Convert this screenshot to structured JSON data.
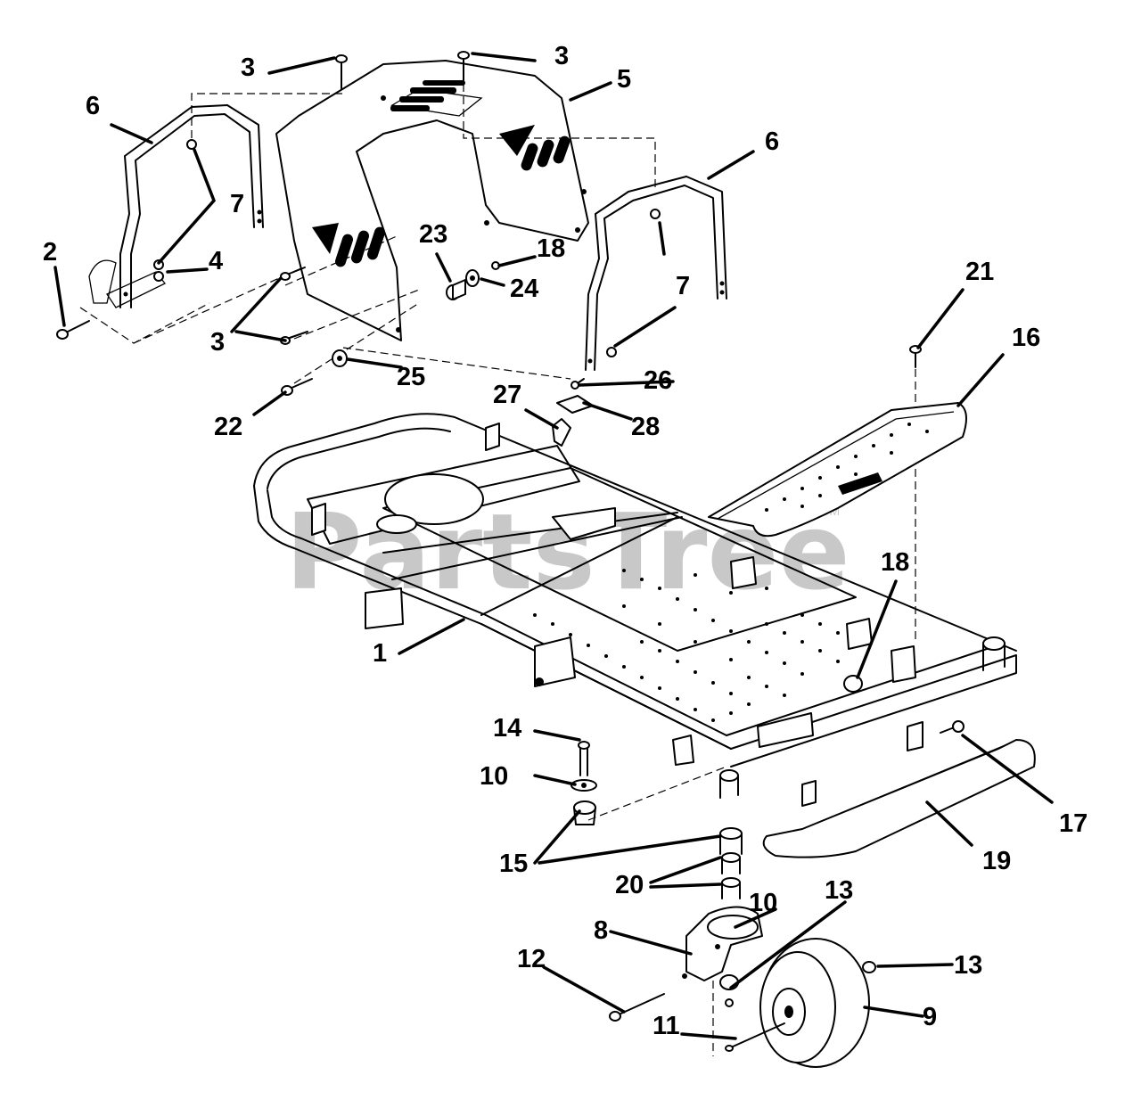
{
  "watermark": {
    "text": "PartsTree",
    "trademark": "TM",
    "color": "#c8c8c8"
  },
  "callouts": {
    "c3a": "3",
    "c3b": "3",
    "c5": "5",
    "c6a": "6",
    "c6b": "6",
    "c7a": "7",
    "c7b": "7",
    "c2": "2",
    "c4": "4",
    "c23": "23",
    "c18a": "18",
    "c24": "24",
    "c3c": "3",
    "c25": "25",
    "c22": "22",
    "c26": "26",
    "c27": "27",
    "c28": "28",
    "c21": "21",
    "c16": "16",
    "c18b": "18",
    "c1": "1",
    "c14": "14",
    "c10a": "10",
    "c15": "15",
    "c20": "20",
    "c19": "19",
    "c17": "17",
    "c10b": "10",
    "c13a": "13",
    "c8": "8",
    "c12": "12",
    "c13b": "13",
    "c9": "9",
    "c11": "11"
  }
}
